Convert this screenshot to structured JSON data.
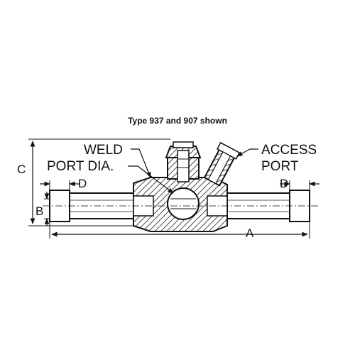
{
  "caption": "Type 937 and 907 shown",
  "labels": {
    "weld": "WELD",
    "port_dia": "PORT DIA.",
    "access": "ACCESS",
    "port": "PORT"
  },
  "dimensions": {
    "a": "A",
    "b": "B",
    "c": "C",
    "d_left": "D",
    "d_right": "D"
  }
}
